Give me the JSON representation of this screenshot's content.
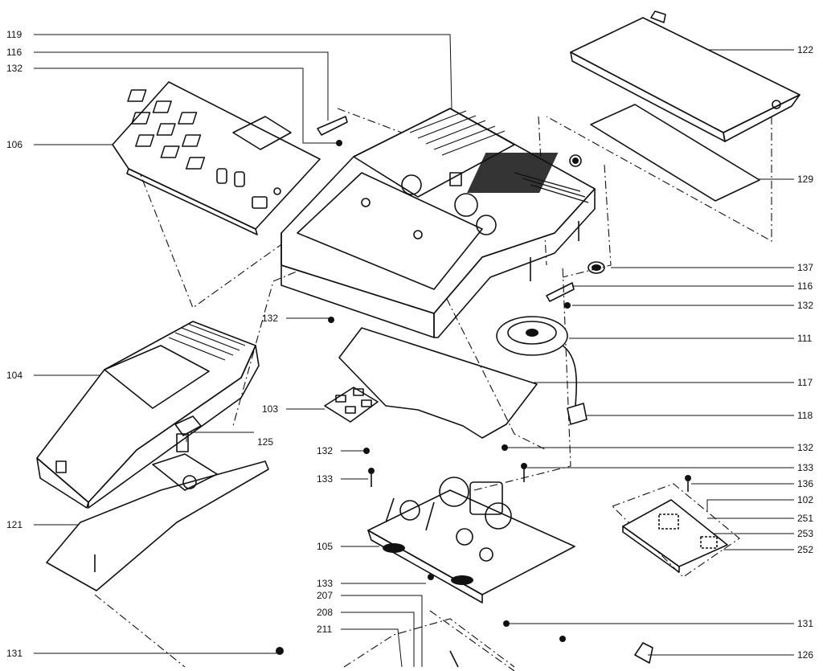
{
  "callouts": [
    {
      "id": "c119",
      "text": "119"
    },
    {
      "id": "c116a",
      "text": "116"
    },
    {
      "id": "c132a",
      "text": "132"
    },
    {
      "id": "c106",
      "text": "106"
    },
    {
      "id": "c132b",
      "text": "132"
    },
    {
      "id": "c104",
      "text": "104"
    },
    {
      "id": "c103",
      "text": "103"
    },
    {
      "id": "c132c",
      "text": "132"
    },
    {
      "id": "c125",
      "text": "125"
    },
    {
      "id": "c133a",
      "text": "133"
    },
    {
      "id": "c121",
      "text": "121"
    },
    {
      "id": "c105",
      "text": "105"
    },
    {
      "id": "c133b",
      "text": "133"
    },
    {
      "id": "c207",
      "text": "207"
    },
    {
      "id": "c208",
      "text": "208"
    },
    {
      "id": "c211",
      "text": "211"
    },
    {
      "id": "c131a",
      "text": "131"
    },
    {
      "id": "c122",
      "text": "122"
    },
    {
      "id": "c129",
      "text": "129"
    },
    {
      "id": "c137",
      "text": "137"
    },
    {
      "id": "c116b",
      "text": "116"
    },
    {
      "id": "c132d",
      "text": "132"
    },
    {
      "id": "c111",
      "text": "111"
    },
    {
      "id": "c117",
      "text": "117"
    },
    {
      "id": "c118",
      "text": "118"
    },
    {
      "id": "c132e",
      "text": "132"
    },
    {
      "id": "c133c",
      "text": "133"
    },
    {
      "id": "c136",
      "text": "136"
    },
    {
      "id": "c102",
      "text": "102"
    },
    {
      "id": "c251",
      "text": "251"
    },
    {
      "id": "c253",
      "text": "253"
    },
    {
      "id": "c252",
      "text": "252"
    },
    {
      "id": "c131b",
      "text": "131"
    },
    {
      "id": "c126",
      "text": "126"
    }
  ]
}
